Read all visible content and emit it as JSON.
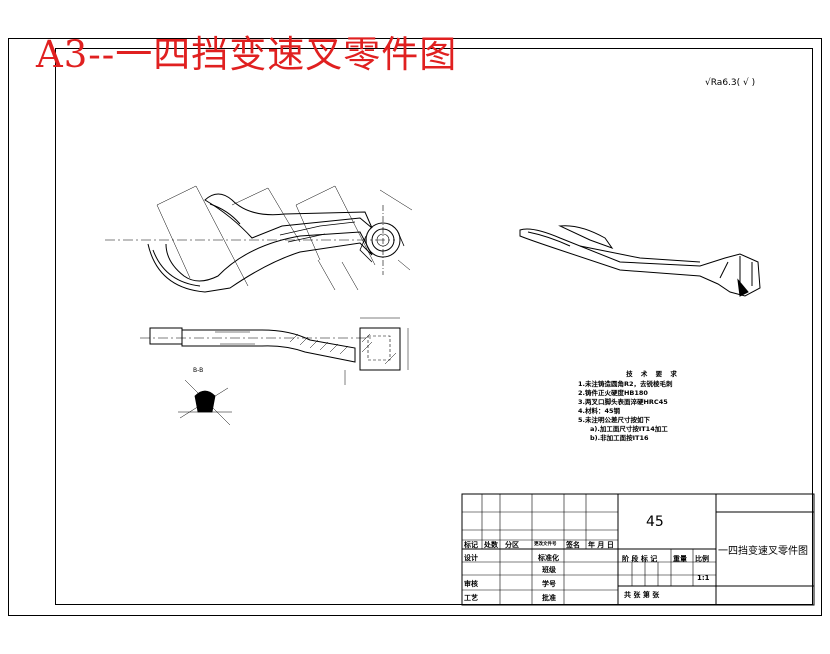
{
  "sheet": {
    "title": "A3--一四挡变速叉零件图"
  },
  "roughness": {
    "symbol_value": "Ra6.3",
    "note": "( √ )"
  },
  "section_label": "B-B",
  "tech_requirements": {
    "heading": "技 术 要 求",
    "items": [
      "1.未注铸造圆角R2，去锐棱毛刺",
      "2.铸件正火硬度HB180",
      "3.两叉口脚头表面淬硬HRC45",
      "4.材料：45钢",
      "5.未注明公差尺寸按如下",
      "a).加工面尺寸按IT14加工",
      "b).非加工面按IT16"
    ]
  },
  "title_block": {
    "material": "45",
    "part_name": "一四挡变速叉零件图",
    "row_labels": [
      "标记",
      "处数",
      "分区",
      "更改文件号",
      "签名",
      "年 月 日"
    ],
    "design": "设计",
    "standardize": "标准化",
    "stage_marks": "阶 段 标 记",
    "weight": "重量",
    "scale_label": "比例",
    "drawn": "班级",
    "review": "审核",
    "student_no": "学号",
    "process": "工艺",
    "approve": "批准",
    "scale": "1:1",
    "sheets": "共    张 第    张"
  }
}
